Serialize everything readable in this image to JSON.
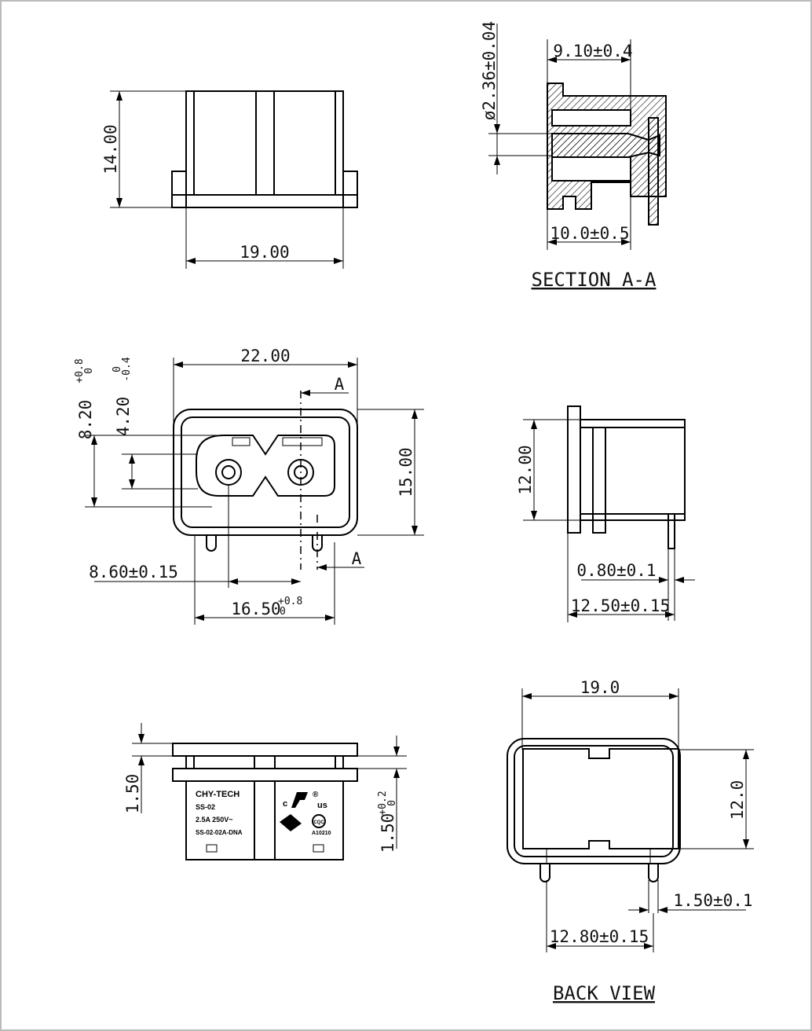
{
  "views": {
    "top": {
      "dim_height": "14.00",
      "dim_width": "19.00"
    },
    "section": {
      "dim_pin_dia": "ø2.36±0.04",
      "dim_depth_top": "9.10±0.4",
      "dim_depth_bottom": "10.0±0.5",
      "title": "SECTION  A-A"
    },
    "front": {
      "dim_width": "22.00",
      "dim_height": "15.00",
      "dim_left_base": "8.20",
      "dim_left_tol_hi": "+0.8",
      "dim_left_tol_lo": "0",
      "dim_mid_base": "4.20",
      "dim_mid_tol_hi": "0",
      "dim_mid_tol_lo": "-0.4",
      "dim_pin_offset": "8.60±0.15",
      "dim_span_base": "16.50",
      "dim_span_tol_hi": "+0.8",
      "dim_span_tol_lo": "0",
      "section_mark": "A"
    },
    "side": {
      "dim_height": "12.00",
      "dim_pin_thick": "0.80±0.1",
      "dim_depth": "12.50±0.15"
    },
    "bottom": {
      "dim_flange": "1.50",
      "dim_gap_base": "1.50",
      "dim_gap_tol_hi": "+0.2",
      "dim_gap_tol_lo": "0",
      "marking": {
        "brand": "CHY-TECH",
        "model": "SS-02",
        "rating": "2.5A 250V~",
        "part_no": "SS-02-02A-DNA",
        "cert_c": "c",
        "cert_us": "us",
        "cert_reg": "®",
        "cert_cqc": "CQC",
        "cert_no": "A10210"
      }
    },
    "back": {
      "dim_width": "19.0",
      "dim_height": "12.0",
      "dim_pin": "1.50±0.1",
      "dim_pitch": "12.80±0.15",
      "title": "BACK  VIEW"
    }
  }
}
